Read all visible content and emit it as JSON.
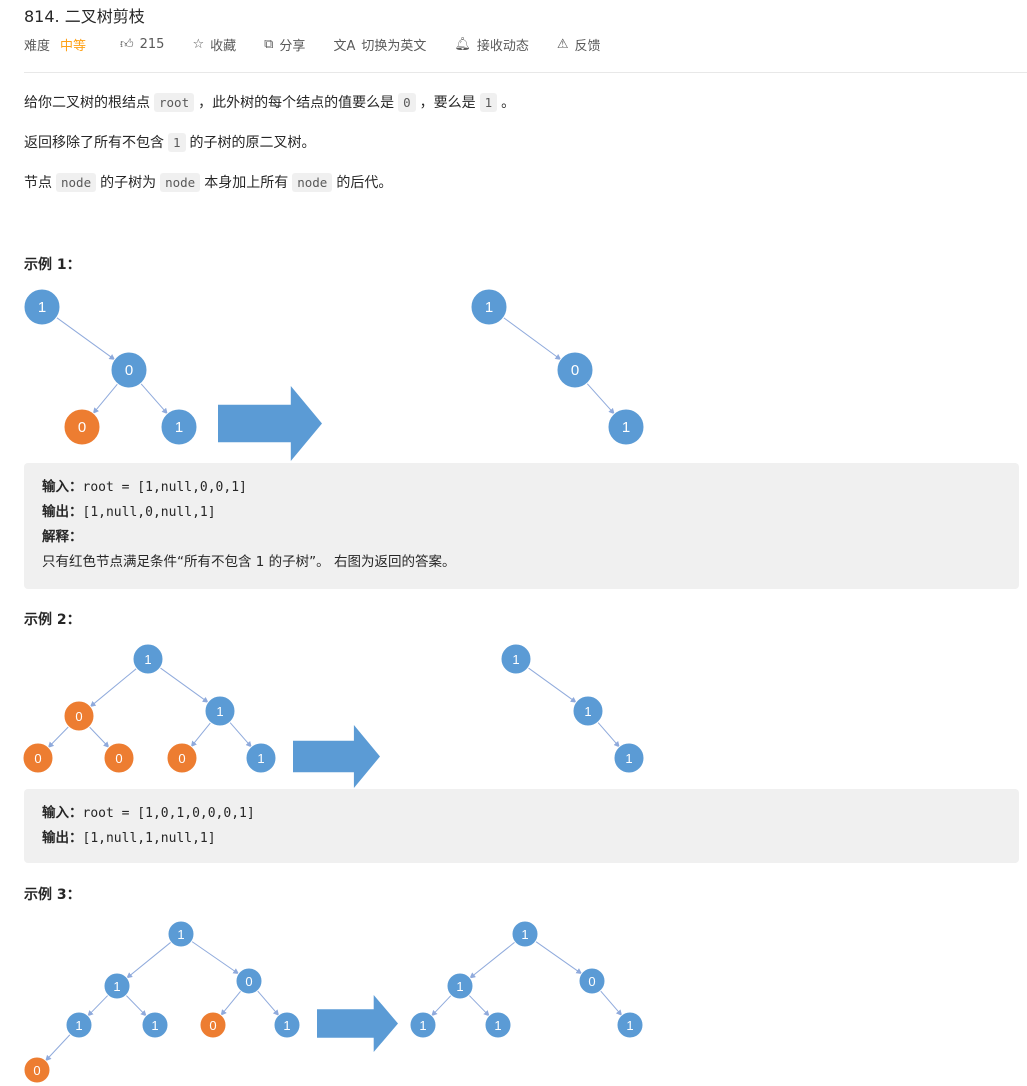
{
  "title": "814. 二叉树剪枝",
  "meta": {
    "difficulty_label": "难度",
    "difficulty": "中等",
    "likes": "215",
    "favorite": "收藏",
    "share": "分享",
    "switch_lang": "切换为英文",
    "subscribe": "接收动态",
    "feedback": "反馈"
  },
  "description": {
    "p1": [
      "给你二叉树的根结点",
      "root",
      "，此外树的每个结点的值要么是",
      "0",
      "，要么是",
      "1",
      "。"
    ],
    "p2": [
      "返回移除了所有不包含",
      "1",
      "的子树的原二叉树。"
    ],
    "p3": [
      "节点",
      "node",
      "的子树为",
      "node",
      "本身加上所有",
      "node",
      "的后代。"
    ]
  },
  "colors": {
    "kept": "#5b9bd5",
    "removed": "#ed7d31",
    "edge": "#8faadc",
    "arrow": "#5b9bd5"
  },
  "examples": [
    {
      "heading": "示例 1：",
      "input_label": "输入：",
      "input": "root = [1,null,0,0,1]",
      "output_label": "输出：",
      "output": "[1,null,0,null,1]",
      "explain_label": "解释：",
      "explanation": "只有红色节点满足条件“所有不包含 1 的子树”。 右图为返回的答案。",
      "left": [
        [
          "1",
          0
        ],
        [
          "0",
          0
        ],
        [
          "0",
          1
        ],
        [
          "1",
          0
        ]
      ],
      "right": [
        [
          "1",
          0
        ],
        [
          "0",
          0
        ],
        [
          "1",
          0
        ]
      ]
    },
    {
      "heading": "示例 2：",
      "input_label": "输入：",
      "input": "root = [1,0,1,0,0,0,1]",
      "output_label": "输出：",
      "output": "[1,null,1,null,1]",
      "left": [
        [
          "1",
          0
        ],
        [
          "0",
          1
        ],
        [
          "1",
          0
        ],
        [
          "0",
          1
        ],
        [
          "0",
          1
        ],
        [
          "0",
          1
        ],
        [
          "1",
          0
        ]
      ],
      "right": [
        [
          "1",
          0
        ],
        [
          "1",
          0
        ],
        [
          "1",
          0
        ]
      ]
    },
    {
      "heading": "示例 3：",
      "left": [
        [
          "1",
          0
        ],
        [
          "1",
          0
        ],
        [
          "0",
          0
        ],
        [
          "1",
          0
        ],
        [
          "1",
          0
        ],
        [
          "0",
          1
        ],
        [
          "1",
          0
        ],
        [
          "0",
          1
        ]
      ],
      "right": [
        [
          "1",
          0
        ],
        [
          "1",
          0
        ],
        [
          "0",
          0
        ],
        [
          "1",
          0
        ],
        [
          "1",
          0
        ],
        [
          "1",
          0
        ]
      ]
    }
  ]
}
